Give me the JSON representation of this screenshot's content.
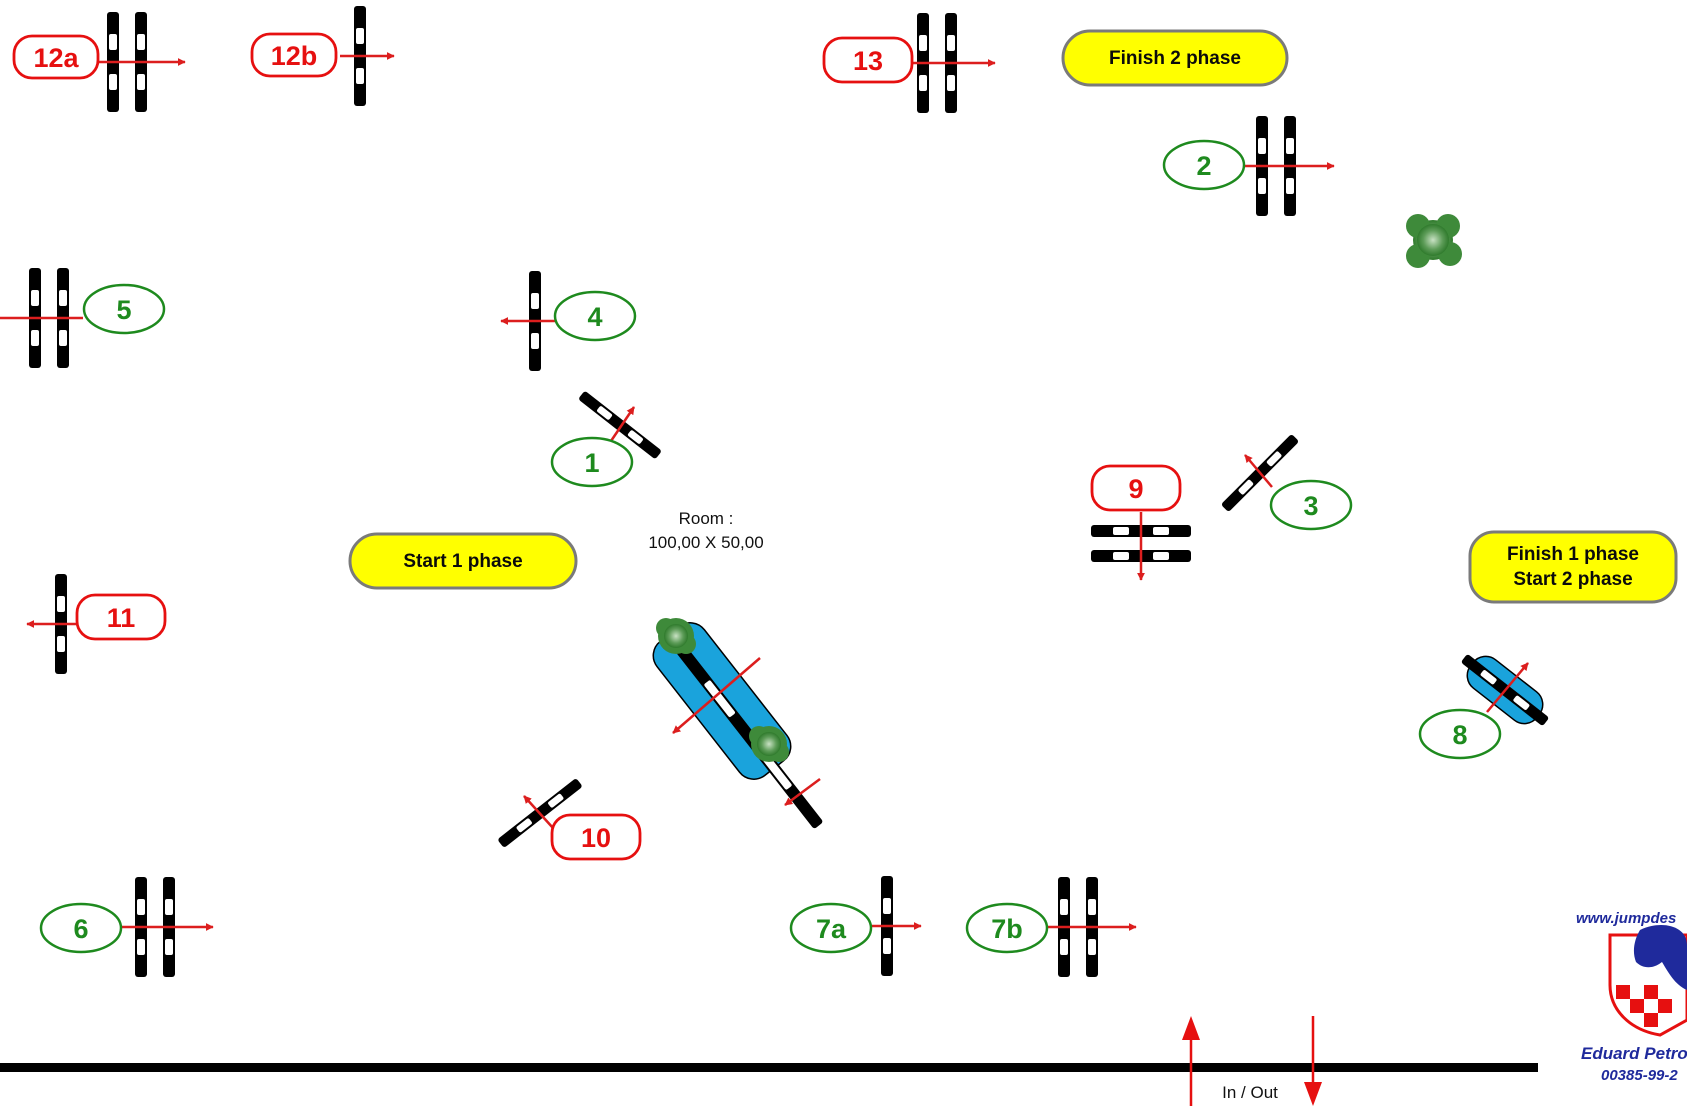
{
  "colors": {
    "phase1": "#1e8a1e",
    "phase2": "#e61010",
    "direction_arrow": "#dc1e1e",
    "water": "#1aa3dc",
    "hedge": "#3e8a3a",
    "phase_label_fill": "#ffff00",
    "logo_blue": "#1f2a9c"
  },
  "room": {
    "label": "Room :",
    "size": "100,00 X 50,00"
  },
  "phase_labels": {
    "start1": "Start 1 phase",
    "finish1": "Finish 1 phase",
    "start2": "Start 2 phase",
    "finish2": "Finish 2 phase"
  },
  "entrance": {
    "label": "In / Out"
  },
  "obstacles": [
    {
      "id": "1",
      "phase": 1
    },
    {
      "id": "2",
      "phase": 1
    },
    {
      "id": "3",
      "phase": 1
    },
    {
      "id": "4",
      "phase": 1
    },
    {
      "id": "5",
      "phase": 1
    },
    {
      "id": "6",
      "phase": 1
    },
    {
      "id": "7a",
      "phase": 1
    },
    {
      "id": "7b",
      "phase": 1
    },
    {
      "id": "8",
      "phase": 1
    },
    {
      "id": "9",
      "phase": 2
    },
    {
      "id": "10",
      "phase": 2
    },
    {
      "id": "11",
      "phase": 2
    },
    {
      "id": "12a",
      "phase": 2
    },
    {
      "id": "12b",
      "phase": 2
    },
    {
      "id": "13",
      "phase": 2
    }
  ],
  "logo": {
    "url": "www.jumpdes",
    "name": "Eduard Petro",
    "phone": "00385-99-2",
    "icon": "horse-head-checkerboard-shield-icon"
  }
}
